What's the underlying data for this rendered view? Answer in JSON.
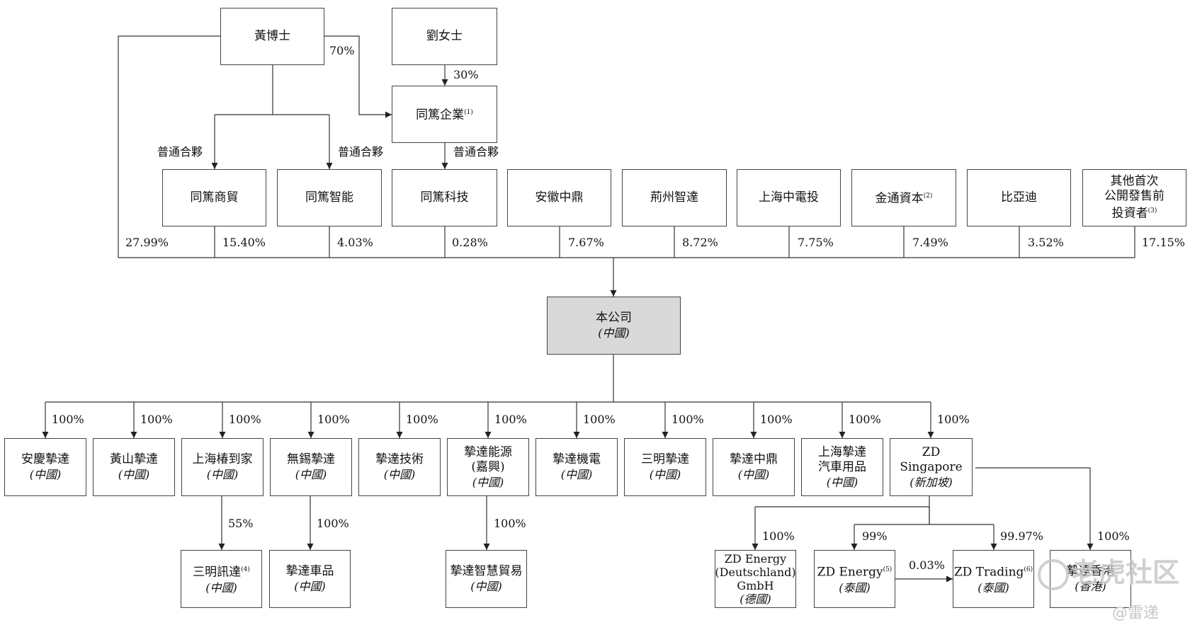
{
  "shareholders": {
    "huang": "黃博士",
    "liu": "劉女士",
    "tongdu_enterprise": {
      "name": "同篤企業",
      "note": "(1)"
    },
    "tongdu_trade": "同篤商貿",
    "tongdu_smart": "同篤智能",
    "tongdu_tech": "同篤科技",
    "anhui_zhongding": "安徽中鼎",
    "jingzhou_zhida": "荊州智達",
    "shanghai_zhongdiantou": "上海中電投",
    "jintong_capital": {
      "name": "金通資本",
      "note": "(2)"
    },
    "byd": "比亞迪",
    "pre_ipo": {
      "line1": "其他首次",
      "line2": "公開發售前",
      "line3": "投資者",
      "note": "(3)"
    }
  },
  "relations": {
    "huang_to_enterprise": "70%",
    "liu_to_enterprise": "30%",
    "gp_trade": "普通合夥",
    "gp_smart": "普通合夥",
    "gp_tech": "普通合夥"
  },
  "stakes": {
    "huang": "27.99%",
    "tongdu_trade": "15.40%",
    "tongdu_smart": "4.03%",
    "tongdu_tech": "0.28%",
    "anhui_zhongding": "7.67%",
    "jingzhou_zhida": "8.72%",
    "shanghai_zhongdiantou": "7.75%",
    "jintong_capital": "7.49%",
    "byd": "3.52%",
    "pre_ipo": "17.15%"
  },
  "company": {
    "name": "本公司",
    "region": "(中國)"
  },
  "subsidiaries": [
    {
      "line1": "安慶摯達",
      "line2": "",
      "region": "(中國)",
      "pct": "100%"
    },
    {
      "line1": "黃山摯達",
      "line2": "",
      "region": "(中國)",
      "pct": "100%"
    },
    {
      "line1": "上海椿到家",
      "line2": "",
      "region": "(中國)",
      "pct": "100%"
    },
    {
      "line1": "無錫摯達",
      "line2": "",
      "region": "(中國)",
      "pct": "100%"
    },
    {
      "line1": "摯達技術",
      "line2": "",
      "region": "(中國)",
      "pct": "100%"
    },
    {
      "line1": "摯達能源",
      "line2": "(嘉興)",
      "region": "(中國)",
      "pct": "100%"
    },
    {
      "line1": "摯達機電",
      "line2": "",
      "region": "(中國)",
      "pct": "100%"
    },
    {
      "line1": "三明摯達",
      "line2": "",
      "region": "(中國)",
      "pct": "100%"
    },
    {
      "line1": "摯達中鼎",
      "line2": "",
      "region": "(中國)",
      "pct": "100%"
    },
    {
      "line1": "上海摯達",
      "line2": "汽車用品",
      "region": "(中國)",
      "pct": "100%"
    },
    {
      "line1": "ZD Singapore",
      "line2": "",
      "region": "(新加坡)",
      "pct": "100%"
    }
  ],
  "second_level": {
    "sanming_xunda": {
      "name": "三明訊達",
      "note": "(4)",
      "region": "(中國)",
      "pct": "55%"
    },
    "zhida_chepin": {
      "name": "摯達車品",
      "region": "(中國)",
      "pct": "100%"
    },
    "zhida_smart_trade": {
      "name": "摯達智慧貿易",
      "region": "(中國)",
      "pct": "100%"
    },
    "zd_energy_de": {
      "line1": "ZD Energy",
      "line2": "(Deutschland)",
      "line3": "GmbH",
      "region": "(德國)",
      "pct": "100%"
    },
    "zd_energy_th": {
      "name": "ZD Energy",
      "note": "(5)",
      "region": "(泰國)",
      "pct": "99%"
    },
    "zd_trading": {
      "name": "ZD Trading",
      "note": "(6)",
      "region": "(泰國)",
      "pct": "99.97%"
    },
    "energy_to_trading": "0.03%",
    "zd_hk": {
      "name": "摯達香港",
      "region": "(香港)",
      "pct": "100%"
    }
  },
  "watermark": {
    "brand": "老虎社区",
    "author": "@雷递"
  }
}
